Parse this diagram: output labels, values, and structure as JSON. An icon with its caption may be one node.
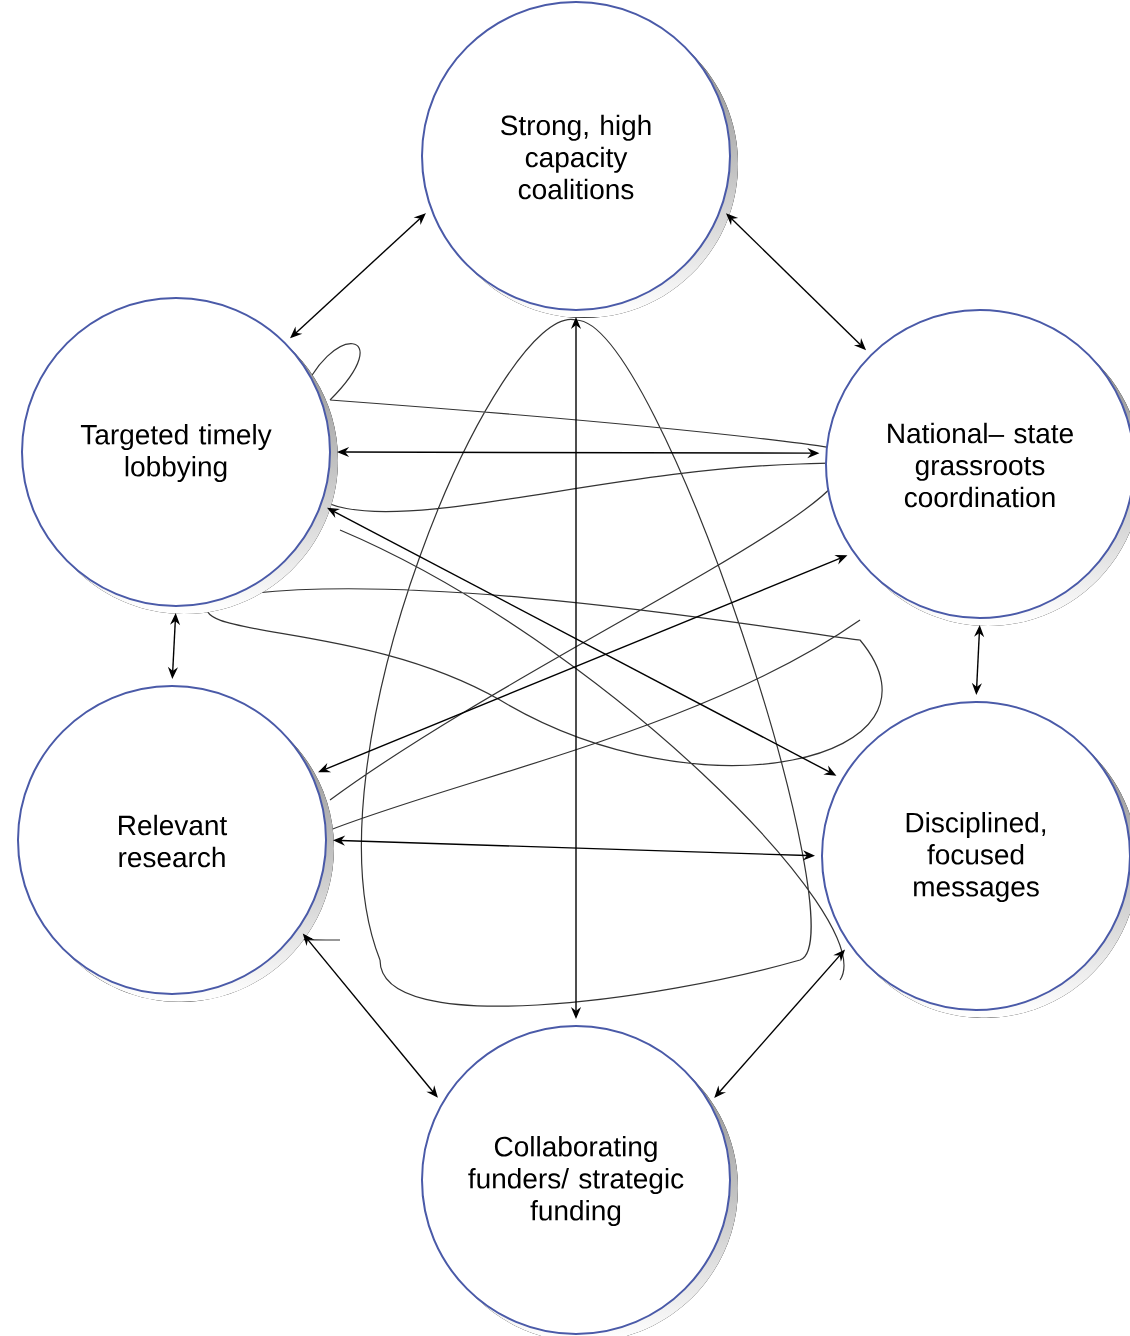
{
  "diagram": {
    "nodes": [
      {
        "text": [
          "Strong, high capacity coalitions"
        ]
      },
      {
        "text": [
          "Targeted timely lobbying"
        ]
      },
      {
        "text": [
          "National– state grassroots coordination"
        ]
      },
      {
        "text": [
          "Relevant research"
        ]
      },
      {
        "text": [
          "Disciplined, focused messages"
        ]
      },
      {
        "text": [
          "Collaborating funders/ strategic funding"
        ]
      }
    ],
    "edges": [
      {
        "from": 0,
        "to": 1,
        "arrow": "both"
      },
      {
        "from": 0,
        "to": 2,
        "arrow": "both"
      },
      {
        "from": 1,
        "to": 3,
        "arrow": "both"
      },
      {
        "from": 2,
        "to": 4,
        "arrow": "both"
      },
      {
        "from": 3,
        "to": 5,
        "arrow": "both"
      },
      {
        "from": 4,
        "to": 5,
        "arrow": "both"
      },
      {
        "from": 0,
        "to": 5,
        "arrow": "both"
      },
      {
        "from": 3,
        "to": 4,
        "arrow": "both"
      },
      {
        "from": 1,
        "to": 2,
        "arrow": "both"
      },
      {
        "from": 1,
        "to": 4,
        "arrow": "both"
      },
      {
        "from": 2,
        "to": 3,
        "arrow": "both"
      }
    ]
  }
}
